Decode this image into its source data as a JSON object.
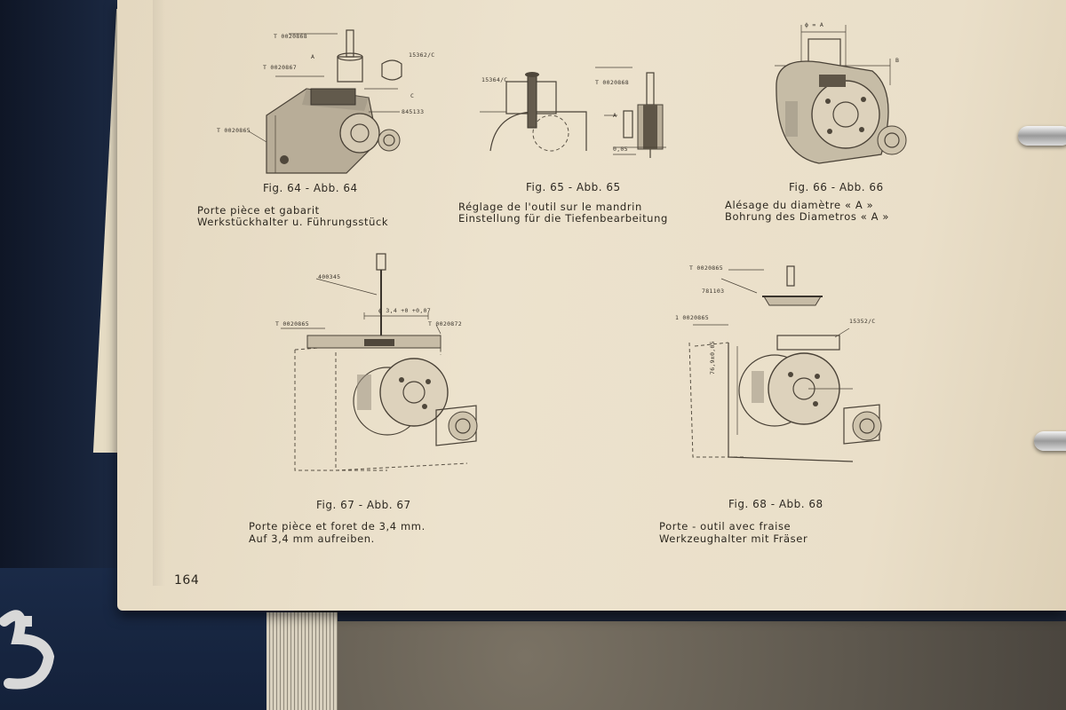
{
  "page": {
    "number": "164"
  },
  "figures": [
    {
      "id": "64",
      "label": "Fig. 64   -   Abb. 64",
      "caption_fr": "Porte pièce et gabarit",
      "caption_de": "Werkstückhalter u. Führungsstück",
      "parts": [
        "T 0020868",
        "T 0020867",
        "T 0020865",
        "15362/C",
        "845133",
        "A",
        "C"
      ]
    },
    {
      "id": "65",
      "label": "Fig. 65   -   Abb. 65",
      "caption_fr": "Réglage de l'outil sur le mandrin",
      "caption_de": "Einstellung für die Tiefenbearbeitung",
      "parts": [
        "15364/C",
        "T 0020868",
        "A",
        "0,05"
      ]
    },
    {
      "id": "66",
      "label": "Fig. 66   -   Abb. 66",
      "caption_fr": "Alésage du diamètre « A »",
      "caption_de": "Bohrung des Diametros « A »",
      "parts": [
        "ϕ = A",
        "B"
      ]
    },
    {
      "id": "67",
      "label": "Fig. 67   -   Abb. 67",
      "caption_fr": "Porte pièce et foret de 3,4 mm.",
      "caption_de": "Auf 3,4 mm aufreiben.",
      "parts": [
        "400345",
        "T 0020865",
        "T 0020872",
        "ϕ 3,4 +0 +0,07"
      ]
    },
    {
      "id": "68",
      "label": "Fig. 68   -   Abb. 68",
      "caption_fr": "Porte - outil   avec   fraise",
      "caption_de": "Werkzeughalter mit Fräser",
      "parts": [
        "T 0020865",
        "781103",
        "1 0020865",
        "15352/C",
        "76,9±0,05"
      ]
    }
  ]
}
